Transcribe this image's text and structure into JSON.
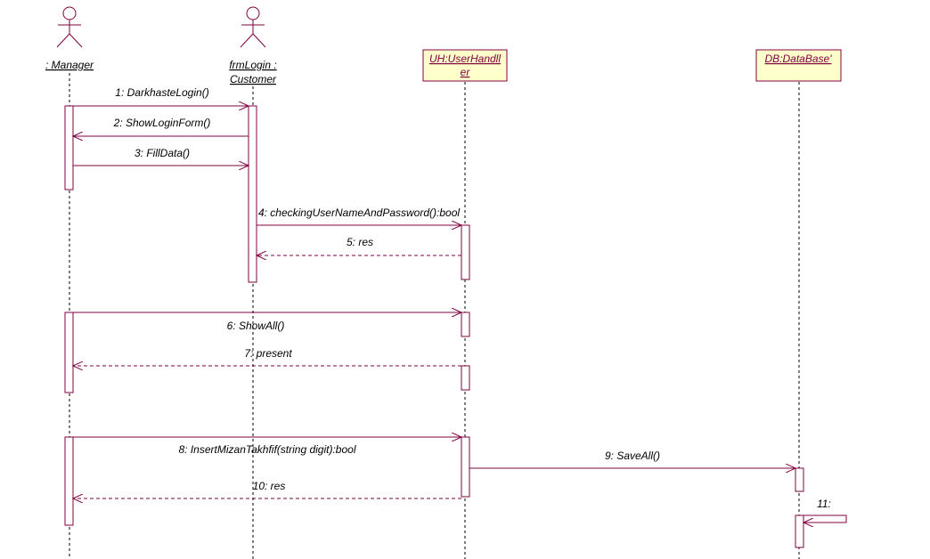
{
  "colors": {
    "line": "#800040",
    "text": "#000000",
    "object_fill": "#ffffcc",
    "background": "#ffffff"
  },
  "actors": [
    {
      "id": "manager",
      "name_lines": [
        ": Manager"
      ]
    },
    {
      "id": "frmlogin",
      "name_lines": [
        "frmLogin :",
        "Customer"
      ]
    }
  ],
  "objects": [
    {
      "id": "userhandler",
      "name_lines": [
        "UH:UserHandll",
        "er"
      ]
    },
    {
      "id": "database",
      "name_lines": [
        "DB:DataBase'"
      ]
    }
  ],
  "messages": [
    {
      "label": "1: DarkhasteLogin()",
      "from": "manager",
      "to": "frmlogin",
      "kind": "call"
    },
    {
      "label": "2: ShowLoginForm()",
      "from": "frmlogin",
      "to": "manager",
      "kind": "call"
    },
    {
      "label": "3: FillData()",
      "from": "manager",
      "to": "frmlogin",
      "kind": "call"
    },
    {
      "label": "4: checkingUserNameAndPassword():bool",
      "from": "frmlogin",
      "to": "userhandler",
      "kind": "call"
    },
    {
      "label": "5: res",
      "from": "userhandler",
      "to": "frmlogin",
      "kind": "return"
    },
    {
      "label": "6: ShowAll()",
      "from": "manager",
      "to": "userhandler",
      "kind": "call"
    },
    {
      "label": "7: present",
      "from": "userhandler",
      "to": "manager",
      "kind": "return"
    },
    {
      "label": "8: InsertMizanTakhfif(string digit):bool",
      "from": "manager",
      "to": "userhandler",
      "kind": "call"
    },
    {
      "label": "9: SaveAll()",
      "from": "userhandler",
      "to": "database",
      "kind": "call"
    },
    {
      "label": "10: res",
      "from": "userhandler",
      "to": "manager",
      "kind": "return"
    },
    {
      "label": "11:",
      "from": "database",
      "to": "database",
      "kind": "self"
    }
  ]
}
